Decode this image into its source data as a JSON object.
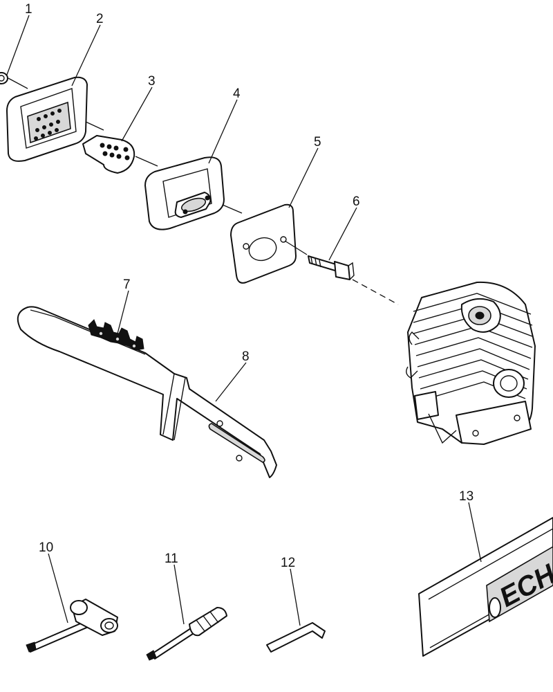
{
  "callouts": [
    {
      "id": "1",
      "label": "1"
    },
    {
      "id": "2",
      "label": "2"
    },
    {
      "id": "3",
      "label": "3"
    },
    {
      "id": "4",
      "label": "4"
    },
    {
      "id": "5",
      "label": "5"
    },
    {
      "id": "6",
      "label": "6"
    },
    {
      "id": "7",
      "label": "7"
    },
    {
      "id": "8",
      "label": "8"
    },
    {
      "id": "10",
      "label": "10"
    },
    {
      "id": "11",
      "label": "11"
    },
    {
      "id": "12",
      "label": "12"
    },
    {
      "id": "13",
      "label": "13"
    }
  ],
  "badge": {
    "text": "ECHO"
  }
}
